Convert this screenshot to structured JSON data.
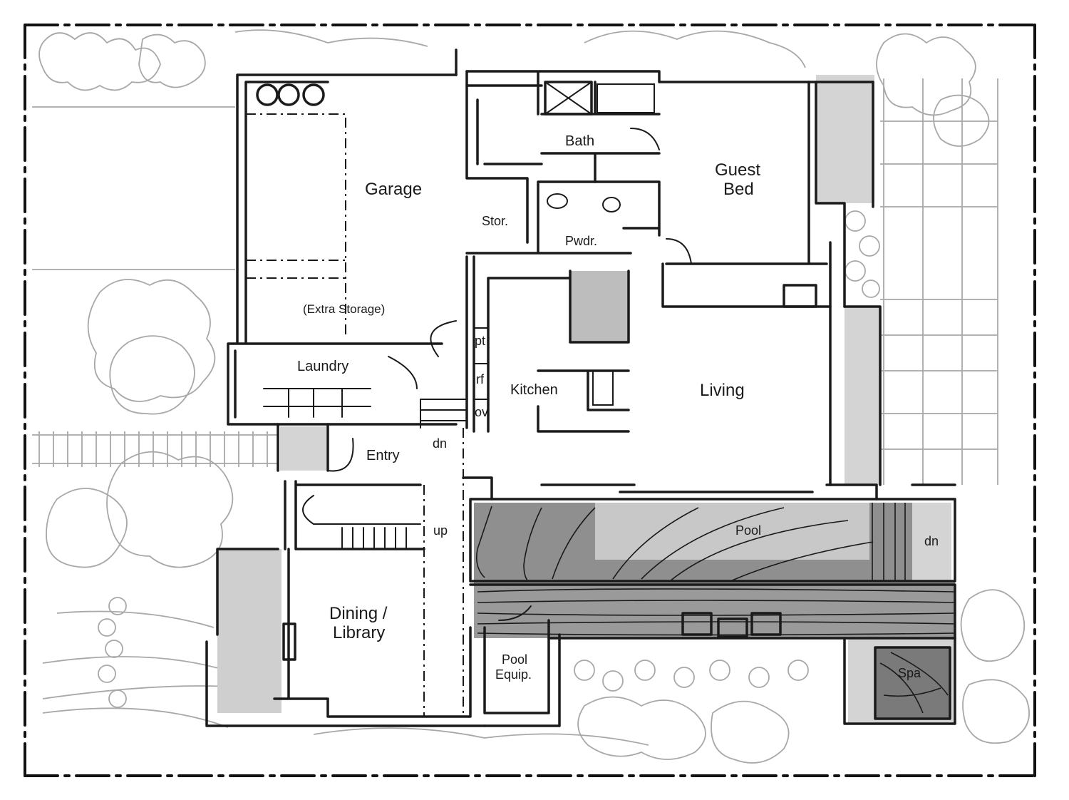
{
  "rooms": {
    "garage": "Garage",
    "extra_storage": "(Extra Storage)",
    "bath": "Bath",
    "guest_bed_line1": "Guest",
    "guest_bed_line2": "Bed",
    "storage": "Stor.",
    "powder": "Pwdr.",
    "laundry": "Laundry",
    "pantry": "pt",
    "refrigerator": "rf",
    "oven": "ov",
    "kitchen": "Kitchen",
    "living": "Living",
    "entry": "Entry",
    "stair_down": "dn",
    "stair_up": "up",
    "pool": "Pool",
    "pool_step_down": "dn",
    "dining_line1": "Dining /",
    "dining_line2": "Library",
    "pool_equip_line1": "Pool",
    "pool_equip_line2": "Equip.",
    "spa": "Spa"
  },
  "colors": {
    "wall": "#1a1a1a",
    "landscape": "#a8a8a8",
    "light_fill": "#d4d4d4",
    "pool_fill": "#8f8f8f",
    "spa_fill": "#7a7a7a"
  }
}
